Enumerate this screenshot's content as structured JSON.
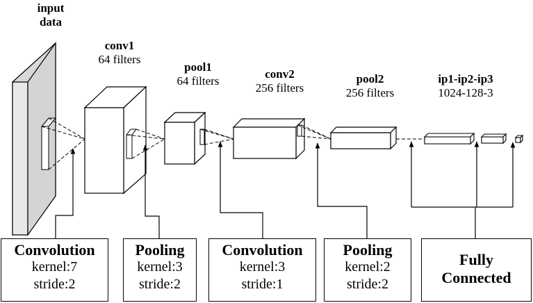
{
  "layers": [
    {
      "name": "input\ndata",
      "detail": ""
    },
    {
      "name": "conv1",
      "detail": "64 filters"
    },
    {
      "name": "pool1",
      "detail": "64 filters"
    },
    {
      "name": "conv2",
      "detail": "256 filters"
    },
    {
      "name": "pool2",
      "detail": "256 filters"
    },
    {
      "name": "ip1-ip2-ip3",
      "detail": "1024-128-3"
    }
  ],
  "operations": [
    {
      "title": "Convolution",
      "kernel": "kernel:7",
      "stride": "stride:2"
    },
    {
      "title": "Pooling",
      "kernel": "kernel:3",
      "stride": "stride:2"
    },
    {
      "title": "Convolution",
      "kernel": "kernel:3",
      "stride": "stride:1"
    },
    {
      "title": "Pooling",
      "kernel": "kernel:2",
      "stride": "stride:2"
    },
    {
      "title": "Fully\nConnected"
    }
  ]
}
